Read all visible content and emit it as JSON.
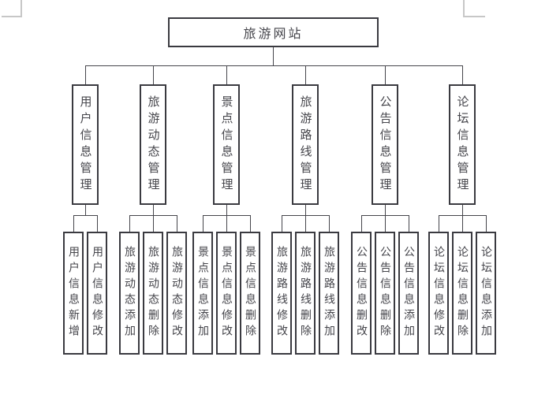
{
  "page": {
    "background": "#ffffff",
    "corner_mark_color": "#c7c7c7"
  },
  "colors": {
    "box_border": "#3a3a40",
    "connector_line": "#45454b",
    "text": "#45454b"
  },
  "tree": {
    "root": {
      "label": "旅游网站"
    },
    "branches": [
      {
        "label": "用户信息管理",
        "children": [
          "用户信息新增",
          "用户信息修改"
        ]
      },
      {
        "label": "旅游动态管理",
        "children": [
          "旅游动态添加",
          "旅游动态删除",
          "旅游动态修改"
        ]
      },
      {
        "label": "景点信息管理",
        "children": [
          "景点信息添加",
          "景点信息修改",
          "景点信息删除"
        ]
      },
      {
        "label": "旅游路线管理",
        "children": [
          "旅游路线修改",
          "旅游路线删除",
          "旅游路线添加"
        ]
      },
      {
        "label": "公告信息管理",
        "children": [
          "公告信息删改",
          "公告信息删除",
          "公告信息添加"
        ]
      },
      {
        "label": "论坛信息管理",
        "children": [
          "论坛信息修改",
          "论坛信息删除",
          "论坛信息添加"
        ]
      }
    ]
  }
}
